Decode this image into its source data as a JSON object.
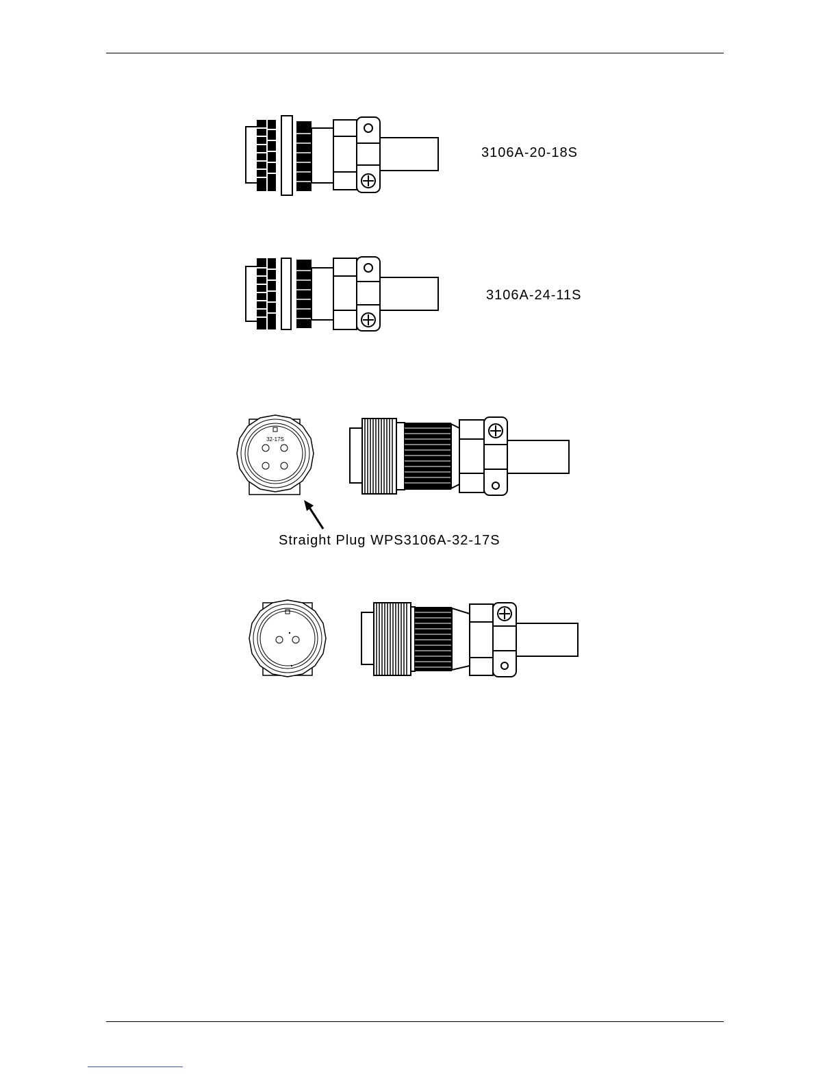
{
  "connectors": [
    {
      "label": "3106A-20-18S"
    },
    {
      "label": "3106A-24-11S"
    },
    {
      "label": "Straight Plug WPS3106A-32-17S",
      "face_marking": "32-17S"
    },
    {
      "face_marking": ""
    }
  ],
  "colors": {
    "ink": "#000000",
    "link": "#3355cc"
  }
}
